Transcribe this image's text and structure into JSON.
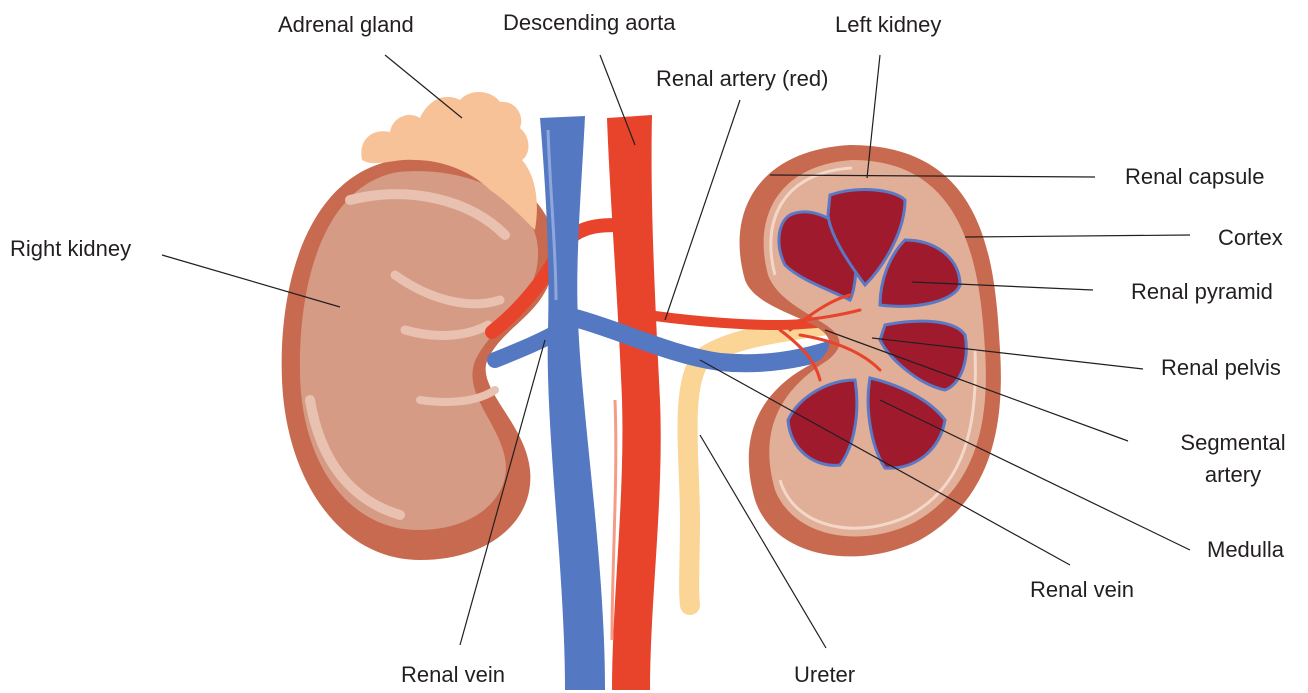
{
  "colors": {
    "kidney_outer": "#c86a4f",
    "kidney_body": "#d59b85",
    "kidney_highlight": "#e8c1b0",
    "cortex_fill": "#e1ae98",
    "pyramid": "#a01a2e",
    "pyramid_edge": "#5a78c3",
    "vein_blue": "#5578c2",
    "artery_red": "#e8432b",
    "ureter": "#fad596",
    "adrenal": "#f7c297",
    "leader_line": "#231f20"
  },
  "labels": {
    "adrenal_gland": "Adrenal gland",
    "descending_aorta": "Descending aorta",
    "left_kidney": "Left kidney",
    "renal_artery": "Renal artery (red)",
    "renal_capsule": "Renal capsule",
    "cortex": "Cortex",
    "right_kidney": "Right kidney",
    "renal_pyramid": "Renal pyramid",
    "renal_pelvis": "Renal pelvis",
    "segmental_artery_line1": "Segmental",
    "segmental_artery_line2": "artery",
    "medulla": "Medulla",
    "renal_vein_right": "Renal vein",
    "renal_vein_bottom": "Renal vein",
    "ureter": "Ureter"
  }
}
